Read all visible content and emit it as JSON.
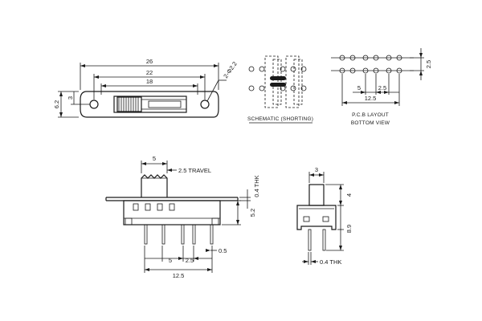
{
  "top_view": {
    "dims": {
      "overall_length": "26",
      "hole_spacing": "22",
      "inner_length": "18",
      "height": "6.2",
      "hole_center": "3",
      "hole_dia": "2-Φ2.2"
    }
  },
  "schematic": {
    "label": "SCHEMATIC (SHORTING)"
  },
  "pcb_layout": {
    "title_line1": "P.C.B LAYOUT",
    "title_line2": "BOTTOM VIEW",
    "dims": {
      "pitch_a": "5",
      "pitch_b": "2.5",
      "total": "12.5",
      "row_spacing": "2.5"
    }
  },
  "front_view": {
    "dims": {
      "actuator_width": "5",
      "travel": "2.5 TRAVEL",
      "frame_thk": "0.4 THK",
      "body_height": "5.2",
      "pitch_a": "5",
      "pitch_b": "2.5",
      "pin_width": "0.5",
      "total": "12.5"
    }
  },
  "side_view": {
    "dims": {
      "actuator_width": "3",
      "actuator_height": "4",
      "body_height": "8.9",
      "lead_thk": "0.4 THK"
    }
  }
}
